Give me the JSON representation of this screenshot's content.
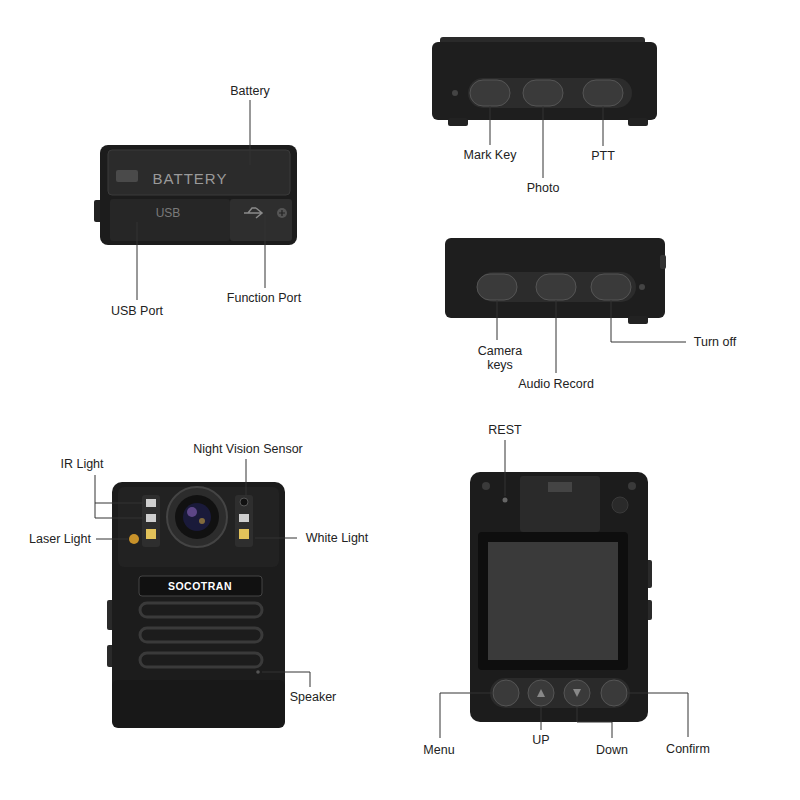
{
  "diagram": {
    "labels": [
      "Battery",
      "Mark Key",
      "PTT",
      "Photo",
      "BATTERY",
      "USB",
      "USB Port",
      "Function Port",
      "Camera keys",
      "Turn off",
      "Audio Record",
      "REST",
      "IR Light",
      "Night Vision Sensor",
      "Laser Light",
      "White Light",
      "SOCOTRAN",
      "Speaker",
      "Menu",
      "UP",
      "Down",
      "Confirm"
    ]
  }
}
